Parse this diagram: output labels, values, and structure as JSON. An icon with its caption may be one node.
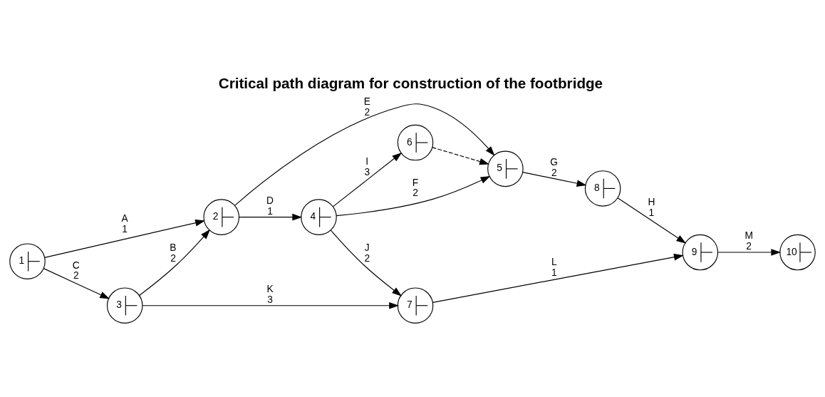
{
  "diagram": {
    "title": "Critical path diagram for construction of the footbridge",
    "nodes": [
      {
        "text": [
          "1"
        ]
      },
      {
        "text": [
          "2"
        ]
      },
      {
        "text": [
          "3"
        ]
      },
      {
        "text": [
          "4"
        ]
      },
      {
        "text": [
          "5"
        ]
      },
      {
        "text": [
          "6"
        ]
      },
      {
        "text": [
          "7"
        ]
      },
      {
        "text": [
          "8"
        ]
      },
      {
        "text": [
          "9"
        ]
      },
      {
        "text": [
          "10"
        ]
      }
    ],
    "edges": [
      {
        "from": 0,
        "to": 1,
        "arrow": "to",
        "label": "A 1"
      },
      {
        "from": 0,
        "to": 2,
        "arrow": "to",
        "label": "C 2"
      },
      {
        "from": 2,
        "to": 1,
        "arrow": "to",
        "label": "B 2"
      },
      {
        "from": 1,
        "to": 4,
        "arrow": "to",
        "label": "E 2"
      },
      {
        "from": 1,
        "to": 3,
        "arrow": "to",
        "label": "D 1"
      },
      {
        "from": 3,
        "to": 4,
        "arrow": "to",
        "label": "F 2"
      },
      {
        "from": 5,
        "to": 4,
        "arrow": "to",
        "style": "dashed"
      },
      {
        "from": 3,
        "to": 5,
        "arrow": "to",
        "label": "I 3"
      },
      {
        "from": 3,
        "to": 6,
        "arrow": "to",
        "label": "J 2"
      },
      {
        "from": 2,
        "to": 6,
        "arrow": "to",
        "label": "K 3"
      },
      {
        "from": 4,
        "to": 7,
        "arrow": "to",
        "label": "G 2"
      },
      {
        "from": 7,
        "to": 8,
        "arrow": "to",
        "label": "H 1"
      },
      {
        "from": 6,
        "to": 8,
        "arrow": "to",
        "label": "L 1"
      },
      {
        "from": 8,
        "to": 9,
        "arrow": "to",
        "label": "M 2"
      }
    ]
  }
}
